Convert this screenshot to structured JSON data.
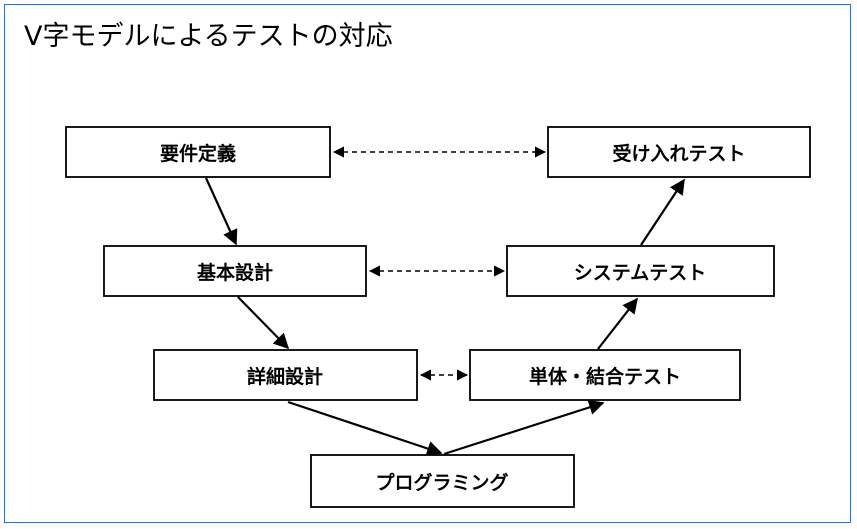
{
  "title": "V字モデルによるテストの対応",
  "boxes": {
    "requirements": "要件定義",
    "basic_design": "基本設計",
    "detailed_design": "詳細設計",
    "programming": "プログラミング",
    "unit_integration_test": "単体・結合テスト",
    "system_test": "システムテスト",
    "acceptance_test": "受け入れテスト"
  },
  "colors": {
    "frame_border": "#3a6fb0",
    "box_border": "#000000",
    "arrow": "#000000"
  }
}
